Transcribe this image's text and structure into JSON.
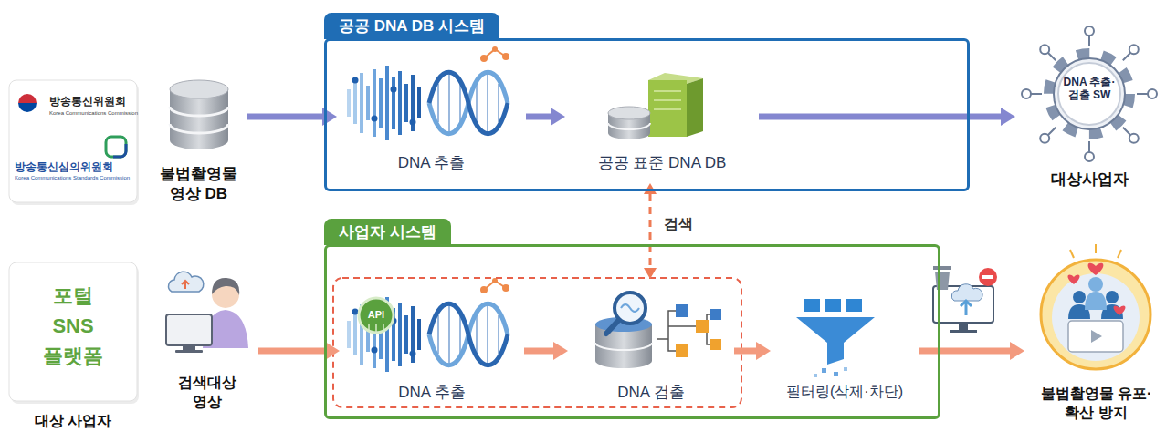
{
  "diagram": {
    "nodes": [
      {
        "text": [
          "방송통신위원회",
          "Korea Communications Commission",
          "방송통신심의위원회",
          "Korea Communications Standards Commission"
        ]
      },
      {
        "text": [
          "불법촬영물 영상 DB"
        ]
      },
      {
        "text": [
          "공공 DNA DB 시스템"
        ]
      },
      {
        "text": [
          "DNA 추출"
        ],
        "in": 2
      },
      {
        "text": [
          "공공 표준 DNA DB"
        ],
        "in": 2
      },
      {
        "text": [
          "DNA 추출·검출 SW",
          "대상사업자"
        ]
      },
      {
        "text": [
          "포털 SNS 플랫폼",
          "대상 사업자"
        ]
      },
      {
        "text": [
          "검색대상 영상"
        ]
      },
      {
        "text": [
          "사업자 시스템"
        ]
      },
      {
        "text": [
          "DNA 추출"
        ],
        "in": 8
      },
      {
        "text": [
          "DNA 검출"
        ],
        "in": 8
      },
      {
        "text": [
          "필터링(삭제·차단)"
        ],
        "in": 8
      },
      {
        "text": [
          "불법촬영물 유포·확산 방지"
        ]
      }
    ],
    "edges": [
      {
        "from": 1,
        "to": 3,
        "arrow": "to"
      },
      {
        "from": 3,
        "to": 4,
        "arrow": "to"
      },
      {
        "from": 4,
        "to": 5,
        "arrow": "to"
      },
      {
        "from": 4,
        "to": 10,
        "label": "검색",
        "arrow": "both"
      },
      {
        "from": 7,
        "to": 9,
        "arrow": "to"
      },
      {
        "from": 9,
        "to": 10,
        "arrow": "to"
      },
      {
        "from": 10,
        "to": 11,
        "arrow": "to"
      },
      {
        "from": 11,
        "to": 12,
        "arrow": "to"
      }
    ],
    "labels": [
      "API"
    ]
  }
}
